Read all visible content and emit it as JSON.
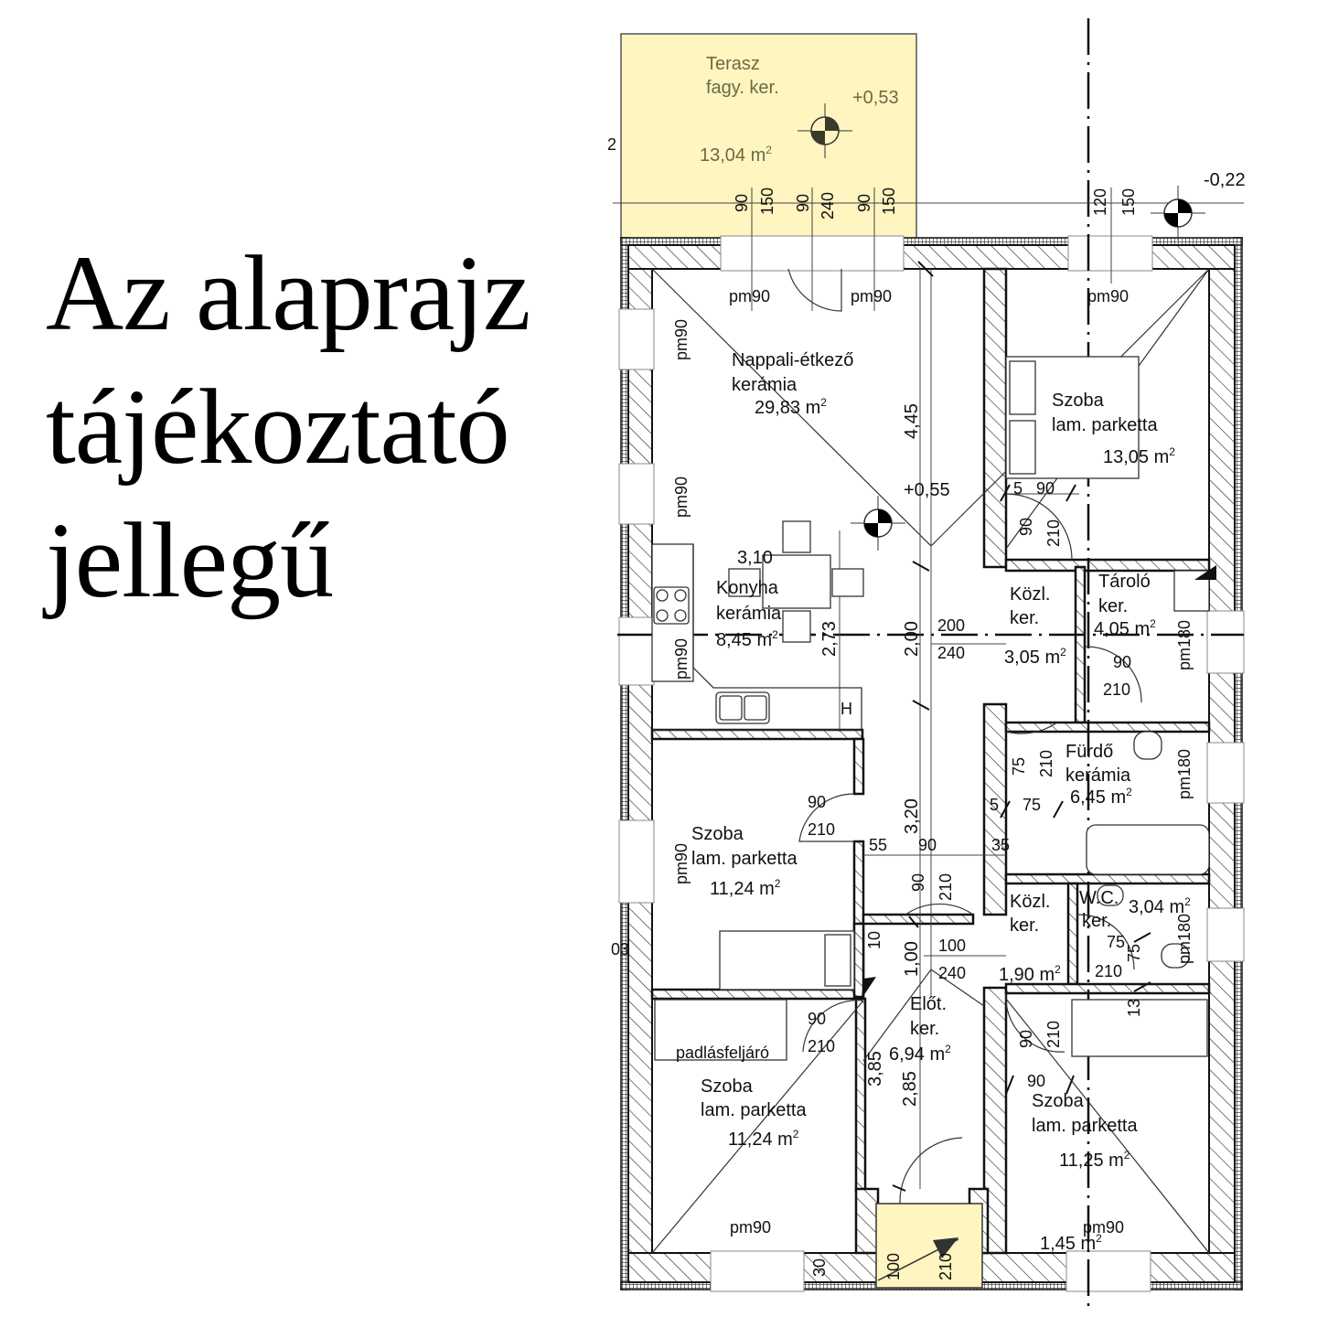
{
  "title": {
    "lines": [
      "Az alaprajz",
      "tájékoztató",
      "jellegű"
    ]
  },
  "terrace": {
    "name": "Terasz",
    "floor": "fagy. ker.",
    "area": "13,04 m",
    "area_sup": "2",
    "level": "+0,53",
    "color": "#fff5c0"
  },
  "levels": {
    "outside": "-0,22",
    "inside": "+0,55",
    "left_cut": "2",
    "left_cut2": "03"
  },
  "top_dims": [
    "90",
    "150",
    "90",
    "240",
    "90",
    "150",
    "120",
    "150"
  ],
  "rooms": [
    {
      "id": "nappali",
      "name": "Nappali-étkező",
      "floor": "kerámia",
      "area": "29,83 m",
      "sup": "2"
    },
    {
      "id": "szoba-ne",
      "name": "Szoba",
      "floor": "lam. parketta",
      "area": "13,05 m",
      "sup": "2"
    },
    {
      "id": "konyha",
      "name": "Konyha",
      "floor": "kerámia",
      "area": "8,45 m",
      "sup": "2"
    },
    {
      "id": "kozl1",
      "name": "Közl.",
      "floor": "ker.",
      "area": "3,05 m",
      "sup": "2"
    },
    {
      "id": "tarolo",
      "name": "Tároló",
      "floor": "ker.",
      "area": "4,05 m",
      "sup": "2"
    },
    {
      "id": "furdo",
      "name": "Fürdő",
      "floor": "kerámia",
      "area": "6,45 m",
      "sup": "2"
    },
    {
      "id": "szoba-w",
      "name": "Szoba",
      "floor": "lam. parketta",
      "area": "11,24 m",
      "sup": "2"
    },
    {
      "id": "kozl2",
      "name": "Közl.",
      "floor": "ker.",
      "area": "1,90 m",
      "sup": "2"
    },
    {
      "id": "wc",
      "name": "W.C.",
      "floor": "ker.",
      "area": "3,04 m",
      "sup": "2"
    },
    {
      "id": "elot",
      "name": "Előt.",
      "floor": "ker.",
      "area": "6,94 m",
      "sup": "2"
    },
    {
      "id": "szoba-sw",
      "name": "Szoba",
      "floor": "lam. parketta",
      "area": "11,24 m",
      "sup": "2"
    },
    {
      "id": "szoba-se",
      "name": "Szoba",
      "floor": "lam. parketta",
      "area": "11,25 m",
      "sup": "2"
    }
  ],
  "windows": {
    "pm90": "pm90",
    "pm180": "pm180"
  },
  "dims": {
    "d445": "4,45",
    "d310": "3,10",
    "d273": "2,73",
    "d200v": "2,00",
    "d200": "200",
    "d240": "240",
    "d90": "90",
    "d210": "210",
    "d5": "5",
    "d75": "75",
    "d35": "35",
    "d55": "55",
    "d320": "3,20",
    "d10": "10",
    "d100v": "1,00",
    "d100": "100",
    "d385": "3,85",
    "d285": "2,85",
    "d13": "13",
    "d30": "30",
    "d145": "1,45 m"
  },
  "misc": {
    "attic": "padlásfeljáró",
    "h": "H"
  }
}
